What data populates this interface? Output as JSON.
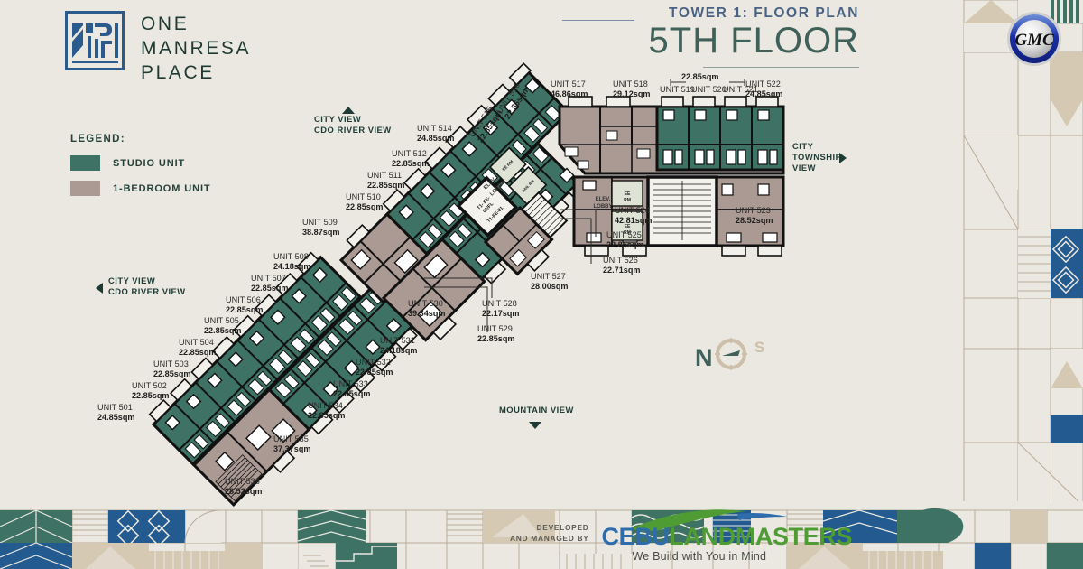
{
  "brand": {
    "name_lines": [
      "ONE",
      "MANRESA",
      "PLACE"
    ],
    "logo_color": "#2b5a8c"
  },
  "header": {
    "tower_line": "TOWER 1: FLOOR PLAN",
    "floor_line": "5TH FLOOR",
    "gmc_badge": "GMC"
  },
  "legend": {
    "title": "LEGEND:",
    "items": [
      {
        "label": "STUDIO UNIT",
        "color": "#3e7264"
      },
      {
        "label": "1-BEDROOM UNIT",
        "color": "#ab9a94"
      }
    ]
  },
  "view_labels": {
    "top_city": "CITY VIEW",
    "top_river": "CDO RIVER VIEW",
    "left_city": "CITY VIEW",
    "left_river": "CDO RIVER VIEW",
    "right_city": "CITY",
    "right_township": "TOWNSHIP",
    "right_view": "VIEW",
    "mountain": "MOUNTAIN VIEW"
  },
  "compass": {
    "north": "N",
    "south": "S"
  },
  "core_labels": {
    "elev_lobby": [
      "ELEV.",
      "LOBBY"
    ],
    "fe_upper": [
      "T1- FE-",
      "02/FL"
    ],
    "fe_lower": [
      "T1-",
      "FE-01"
    ],
    "small_rooms": [
      "EE RM",
      "JANITOR RM"
    ]
  },
  "dimension": {
    "span_label": "22.85sqm"
  },
  "units": [
    {
      "id": "UNIT 501",
      "area": "24.85sqm",
      "type": "studio"
    },
    {
      "id": "UNIT 502",
      "area": "22.85sqm",
      "type": "studio"
    },
    {
      "id": "UNIT 503",
      "area": "22.85sqm",
      "type": "studio"
    },
    {
      "id": "UNIT 504",
      "area": "22.85sqm",
      "type": "studio"
    },
    {
      "id": "UNIT 505",
      "area": "22.85sqm",
      "type": "studio"
    },
    {
      "id": "UNIT 506",
      "area": "22.85sqm",
      "type": "studio"
    },
    {
      "id": "UNIT 507",
      "area": "22.85sqm",
      "type": "studio"
    },
    {
      "id": "UNIT 508",
      "area": "24.18sqm",
      "type": "studio"
    },
    {
      "id": "UNIT 509",
      "area": "38.87sqm",
      "type": "1br"
    },
    {
      "id": "UNIT 510",
      "area": "22.85sqm",
      "type": "studio"
    },
    {
      "id": "UNIT 511",
      "area": "22.85sqm",
      "type": "studio"
    },
    {
      "id": "UNIT 512",
      "area": "22.85sqm",
      "type": "studio"
    },
    {
      "id": "UNIT 514",
      "area": "24.85sqm",
      "type": "studio"
    },
    {
      "id": "UNIT 515",
      "area": "22.85sqm",
      "type": "studio"
    },
    {
      "id": "UNIT 516",
      "area": "22.85sqm",
      "type": "studio"
    },
    {
      "id": "UNIT 517",
      "area": "46.86sqm",
      "type": "1br"
    },
    {
      "id": "UNIT 518",
      "area": "29.12sqm",
      "type": "1br"
    },
    {
      "id": "UNIT 519",
      "area": "",
      "type": "studio"
    },
    {
      "id": "UNIT 520",
      "area": "",
      "type": "studio"
    },
    {
      "id": "UNIT 521",
      "area": "",
      "type": "studio"
    },
    {
      "id": "UNIT 522",
      "area": "24.85sqm",
      "type": "studio"
    },
    {
      "id": "UNIT 523",
      "area": "28.52sqm",
      "type": "1br"
    },
    {
      "id": "UNIT 524",
      "area": "42.81sqm",
      "type": "1br"
    },
    {
      "id": "UNIT 525",
      "area": "22.85sqm",
      "type": "studio"
    },
    {
      "id": "UNIT 526",
      "area": "22.71sqm",
      "type": "studio"
    },
    {
      "id": "UNIT 527",
      "area": "28.00sqm",
      "type": "1br"
    },
    {
      "id": "UNIT 528",
      "area": "22.17sqm",
      "type": "studio"
    },
    {
      "id": "UNIT 529",
      "area": "22.85sqm",
      "type": "studio"
    },
    {
      "id": "UNIT 530",
      "area": "39.34sqm",
      "type": "1br"
    },
    {
      "id": "UNIT 531",
      "area": "24.18sqm",
      "type": "studio"
    },
    {
      "id": "UNIT 532",
      "area": "22.85sqm",
      "type": "studio"
    },
    {
      "id": "UNIT 533",
      "area": "22.85sqm",
      "type": "studio"
    },
    {
      "id": "UNIT 534",
      "area": "22.85sqm",
      "type": "studio"
    },
    {
      "id": "UNIT 535",
      "area": "37.37sqm",
      "type": "1br"
    },
    {
      "id": "UNIT 536",
      "area": "28.52sqm",
      "type": "1br"
    }
  ],
  "footer": {
    "developed_line1": "DEVELOPED",
    "developed_line2": "AND MANAGED BY",
    "brand_part1": "CEBU",
    "brand_part2": "LANDMASTERS",
    "tagline": "We Build with You in Mind"
  },
  "colors": {
    "background": "#ebe8e1",
    "studio": "#3e7264",
    "onebr": "#ab9a94",
    "title_blue": "#4a6384",
    "title_green": "#3f6159",
    "tan": "#d6c9b4",
    "navy": "#235a8f"
  }
}
